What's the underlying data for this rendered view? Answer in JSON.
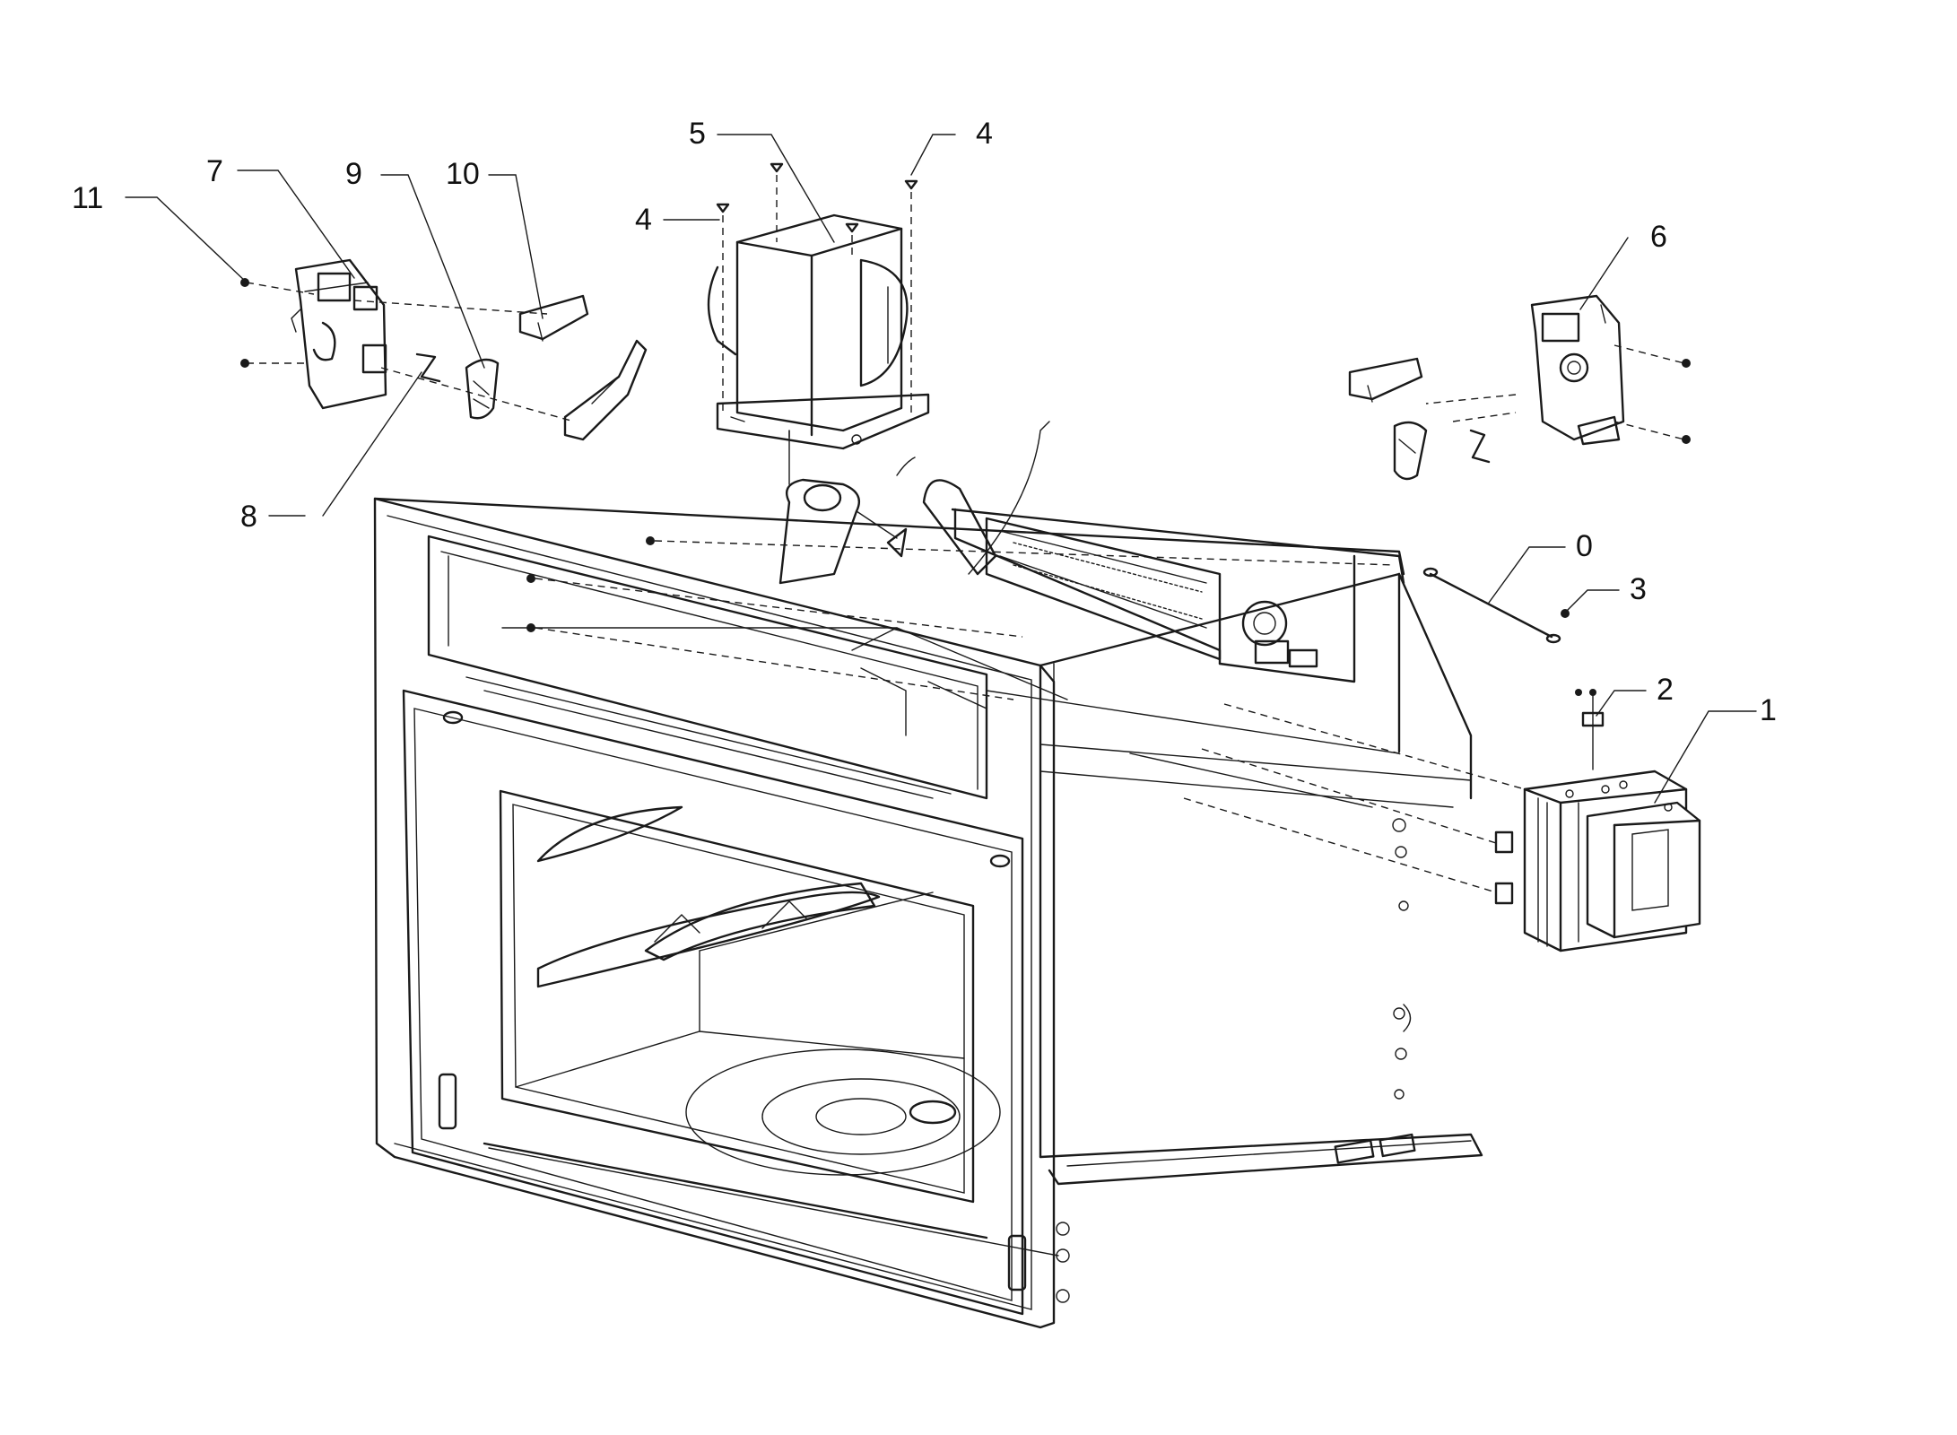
{
  "diagram": {
    "callouts": [
      {
        "id": "c11",
        "text": "11"
      },
      {
        "id": "c7",
        "text": "7"
      },
      {
        "id": "c9",
        "text": "9"
      },
      {
        "id": "c10",
        "text": "10"
      },
      {
        "id": "c5",
        "text": "5"
      },
      {
        "id": "c4a",
        "text": "4"
      },
      {
        "id": "c4b",
        "text": "4"
      },
      {
        "id": "c6",
        "text": "6"
      },
      {
        "id": "c8",
        "text": "8"
      },
      {
        "id": "c0",
        "text": "0"
      },
      {
        "id": "c3",
        "text": "3"
      },
      {
        "id": "c2",
        "text": "2"
      },
      {
        "id": "c1",
        "text": "1"
      }
    ]
  }
}
